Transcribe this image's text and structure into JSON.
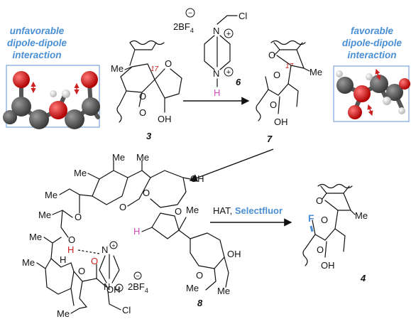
{
  "left_note": [
    "unfavorable",
    "dipole-dipole",
    "interaction"
  ],
  "right_note": [
    "favorable",
    "dipole-dipole",
    "interaction"
  ],
  "reagent": {
    "counterion": "2BF",
    "counterion_sub": "4",
    "minus": "−",
    "plus": "+",
    "cl": "Cl",
    "n": "N",
    "h": "H",
    "number": "6"
  },
  "compound_3": {
    "number": "3",
    "me": "Me",
    "o": "O",
    "oh": "OH",
    "c17": "17"
  },
  "compound_7": {
    "number": "7",
    "me": "Me",
    "o": "O",
    "oh": "OH",
    "c17": "17"
  },
  "compound_8": {
    "number": "8",
    "me": "Me",
    "o": "O",
    "oh": "OH",
    "h": "H",
    "n": "N",
    "cl": "Cl",
    "counterion": "2BF",
    "counterion_sub": "4"
  },
  "compound_4": {
    "number": "4",
    "me": "Me",
    "o": "O",
    "oh": "OH",
    "f": "F"
  },
  "arrow_label": {
    "prefix": "HAT, ",
    "highlight": "Selectfluor"
  },
  "colors": {
    "blue": "#4a8fd4",
    "pink": "#d24bc0",
    "red": "#cc2222",
    "frame": "#7aa7d8"
  }
}
